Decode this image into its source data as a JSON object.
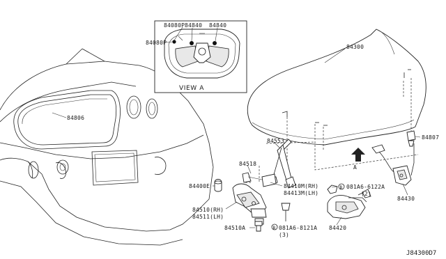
{
  "diagram": {
    "view_title": "VIEW A",
    "arrow_label": "A",
    "diagram_id": "J84300D7",
    "labels": {
      "p84080P_top": "84080P",
      "p84080P_mid": "84080P",
      "p84840_a": "84840",
      "p84840_b": "84840",
      "p84300": "84300",
      "p84806": "84806",
      "p84553": "84553",
      "p84518": "84518",
      "p84807": "84807",
      "p84400E": "84400E",
      "p84410M": "84410M(RH)",
      "p84413M": "84413M(LH)",
      "p081A6_6122A": "081A6-6122A",
      "p081A6_6122A_qty": "(2)",
      "p84430": "84430",
      "p84510": "84510(RH)",
      "p84511": "84511(LH)",
      "p84510A": "84510A",
      "p081A6_8121A": "081A6-8121A",
      "p081A6_8121A_qty": "(3)",
      "p84420": "84420"
    }
  }
}
